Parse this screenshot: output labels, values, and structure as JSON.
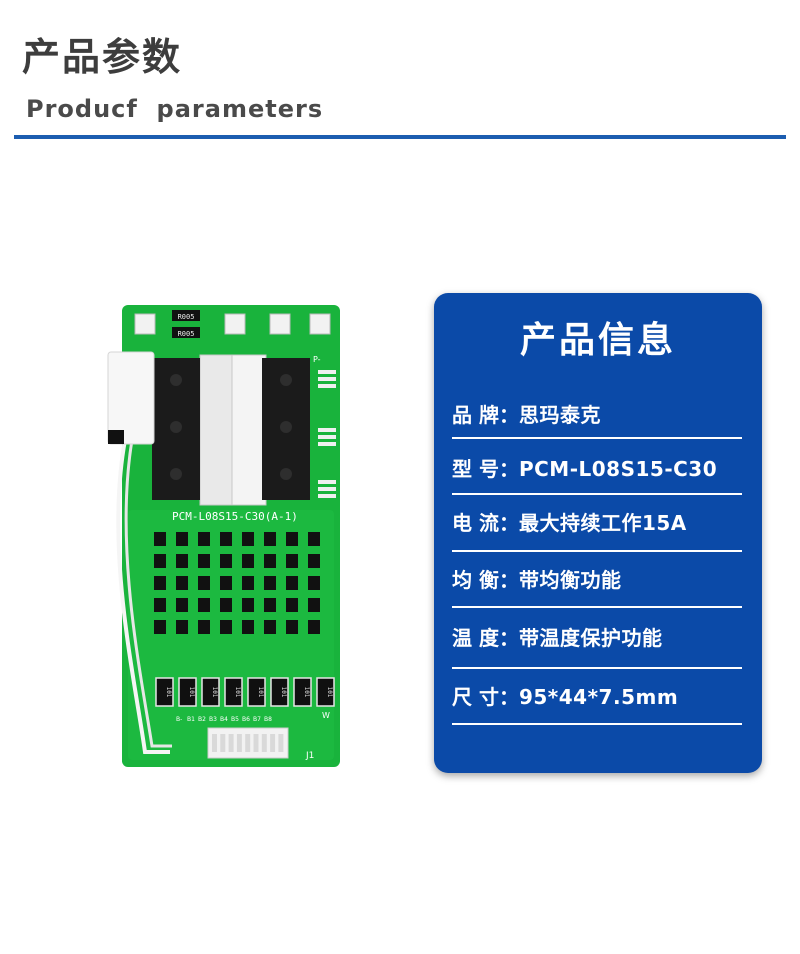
{
  "header": {
    "title_cn": "产品参数",
    "title_en": "Producf  parameters"
  },
  "board": {
    "model_silk": "PCM-L08S15-C30(A-1)",
    "resistor_code": "R005",
    "balance_code": "101",
    "pin_labels": [
      "B-",
      "B1",
      "B2",
      "B3",
      "B4",
      "B5",
      "B6",
      "B7",
      "B8"
    ],
    "connector_label": "J1",
    "w_label": "W",
    "p_label": "P-"
  },
  "card": {
    "title": "产品信息",
    "rows": [
      {
        "label": "品 牌：",
        "value": "思玛泰克"
      },
      {
        "label": "型 号：",
        "value": "PCM-L08S15-C30"
      },
      {
        "label": "电  流：",
        "value": "最大持续工作15A"
      },
      {
        "label": "均  衡：",
        "value": "带均衡功能"
      },
      {
        "label": "温  度：",
        "value": "带温度保护功能"
      },
      {
        "label": "尺  寸：",
        "value": "95*44*7.5mm"
      }
    ]
  },
  "colors": {
    "accent_blue": "#0b4aa8",
    "rule_blue": "#1c5db0",
    "pcb_green": "#19b33c",
    "title_gray": "#3d3d3d"
  }
}
